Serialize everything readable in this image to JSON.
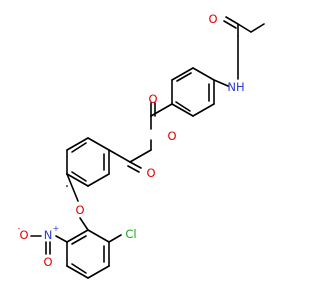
{
  "atoms": {
    "amide_o": {
      "text": "O",
      "color": "#e00000"
    },
    "amide_nh": {
      "text": "NH",
      "color": "#2a3bd6"
    },
    "ester_o_carbonyl": {
      "text": "O",
      "color": "#e00000"
    },
    "ester_o_link": {
      "text": "O",
      "color": "#e00000"
    },
    "ketone_o": {
      "text": "O",
      "color": "#e00000"
    },
    "ether_o": {
      "text": "O",
      "color": "#e00000"
    },
    "nitro_n": {
      "text": "N",
      "charge": "+",
      "color": "#2a3bd6"
    },
    "nitro_o_minus": {
      "text": "O",
      "charge": "-",
      "color": "#e00000"
    },
    "nitro_o_double": {
      "text": "O",
      "color": "#e00000"
    },
    "chlorine": {
      "text": "Cl",
      "color": "#1fa51f"
    }
  },
  "colors": {
    "bond": "#000000",
    "oxygen": "#e00000",
    "nitrogen": "#2a3bd6",
    "chlorine": "#1fa51f",
    "background": "#ffffff"
  }
}
